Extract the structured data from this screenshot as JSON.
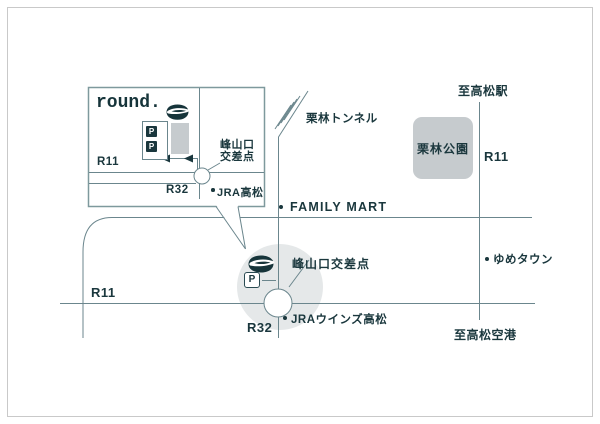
{
  "colors": {
    "ink": "#1a373d",
    "road": "#6b868d",
    "gray_fill": "#c6cbce",
    "highlight_circle": "#e5e8e9",
    "outer_border": "#c9c9c9",
    "inset_border": "#7e999d"
  },
  "inset": {
    "brand": "round.",
    "route_r11": "R11",
    "route_r32": "R32",
    "poi_jra": "JRA高松",
    "intersection_name_line1": "峰山口",
    "intersection_name_line2": "交差点",
    "parking_mark": "P"
  },
  "map": {
    "dest_north": "至高松駅",
    "dest_south": "至高松空港",
    "tunnel": "栗林トンネル",
    "park": "栗林公園",
    "route_r11_west": "R11",
    "route_r11_east": "R11",
    "route_r32": "R32",
    "poi_family_mart": "FAMILY MART",
    "poi_yume_town": "ゆめタウン",
    "poi_jra_wins": "JRAウインズ高松",
    "intersection_name": "峰山口交差点",
    "parking_mark": "P"
  }
}
